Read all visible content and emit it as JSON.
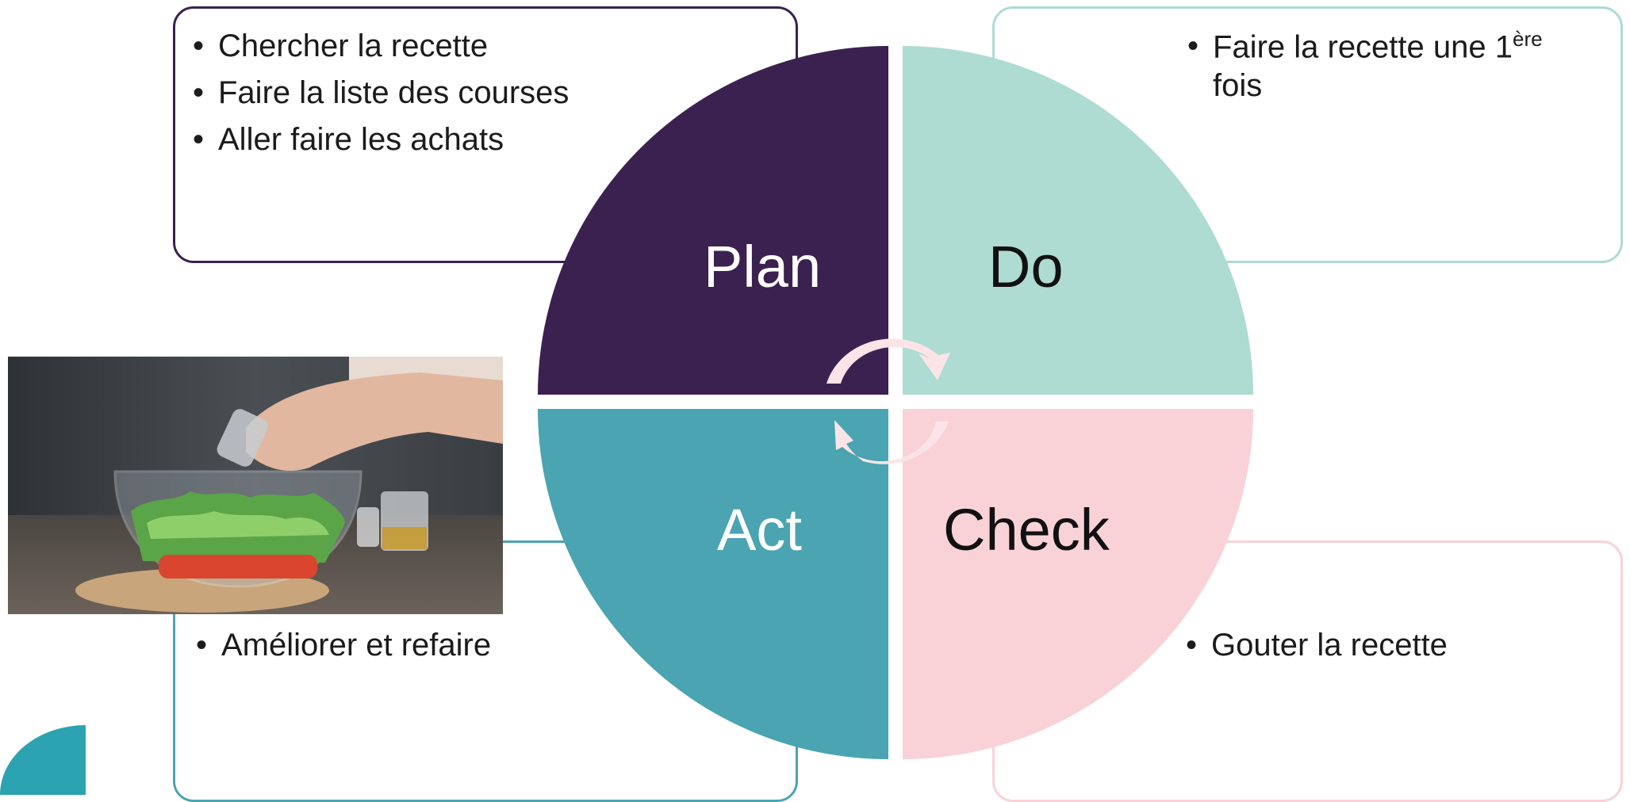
{
  "colors": {
    "plan": "#3b2150",
    "do": "#aedbd2",
    "check": "#f9d2d7",
    "act": "#4aa4b1",
    "arrow": "#fbe4e7",
    "teal_corner": "#2ba3b0"
  },
  "cycle": {
    "plan": {
      "label": "Plan",
      "bullets": [
        "Chercher la recette",
        "Faire la liste des courses",
        "Aller faire les achats"
      ]
    },
    "do": {
      "label": "Do",
      "bullet_text": "Faire la recette une 1",
      "bullet_sup": "ère",
      "bullet_line2": "fois"
    },
    "check": {
      "label": "Check",
      "bullets": [
        "Gouter la recette"
      ]
    },
    "act": {
      "label": "Act",
      "bullets": [
        "Améliorer et refaire"
      ]
    }
  },
  "image": {
    "icon": "salad-photo"
  }
}
